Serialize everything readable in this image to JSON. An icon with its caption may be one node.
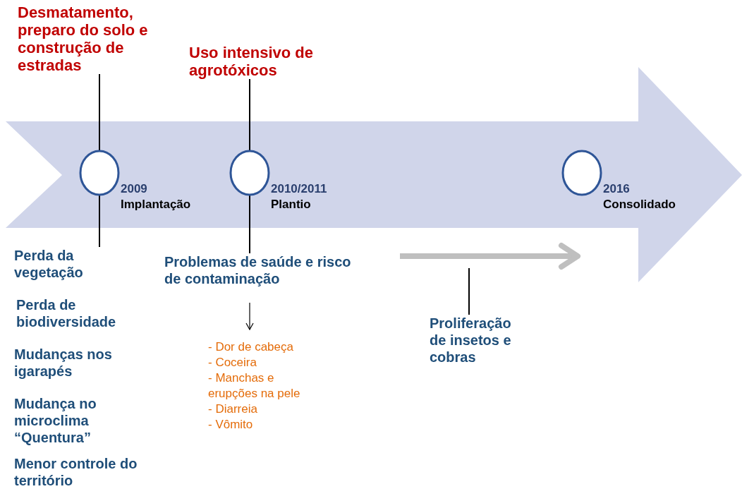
{
  "diagram": {
    "nodes": [
      {
        "text": [],
        "shape": "circle",
        "beside": [
          "2009",
          "Implantação"
        ]
      },
      {
        "text": [],
        "shape": "circle",
        "beside": [
          "2010/2011",
          "Plantio"
        ]
      },
      {
        "text": [],
        "shape": "circle",
        "beside": [
          "2016",
          "Consolidado"
        ]
      },
      {
        "text": [
          "Desmatamento, preparo do solo e construção de estradas"
        ]
      },
      {
        "text": [
          "Uso intensivo de agrotóxicos"
        ]
      },
      {
        "text": [
          "Perda da vegetação"
        ]
      },
      {
        "text": [
          "Problemas de saúde e risco de contaminação"
        ]
      },
      {
        "text": [
          "- Dor de cabeça",
          "- Coceira",
          "- Manchas e erupções na pele",
          "- Diarreia",
          "- Vômito"
        ]
      },
      {
        "text": [
          "Proliferação de insetos e cobras"
        ]
      }
    ],
    "edges": [
      {
        "from": 3,
        "to": 0,
        "arrow": "none"
      },
      {
        "from": 4,
        "to": 1,
        "arrow": "none"
      },
      {
        "from": 0,
        "to": 5,
        "arrow": "none"
      },
      {
        "from": 1,
        "to": 6,
        "arrow": "none"
      },
      {
        "from": 6,
        "to": 7,
        "arrow": "to"
      },
      {
        "from": 8,
        "to": null,
        "arrow": "none"
      }
    ],
    "labels": [
      "Perda de biodiversidade",
      "Mudanças nos igarapés",
      "Mudança no microclima “Quentura”",
      "Menor controle do território"
    ]
  }
}
